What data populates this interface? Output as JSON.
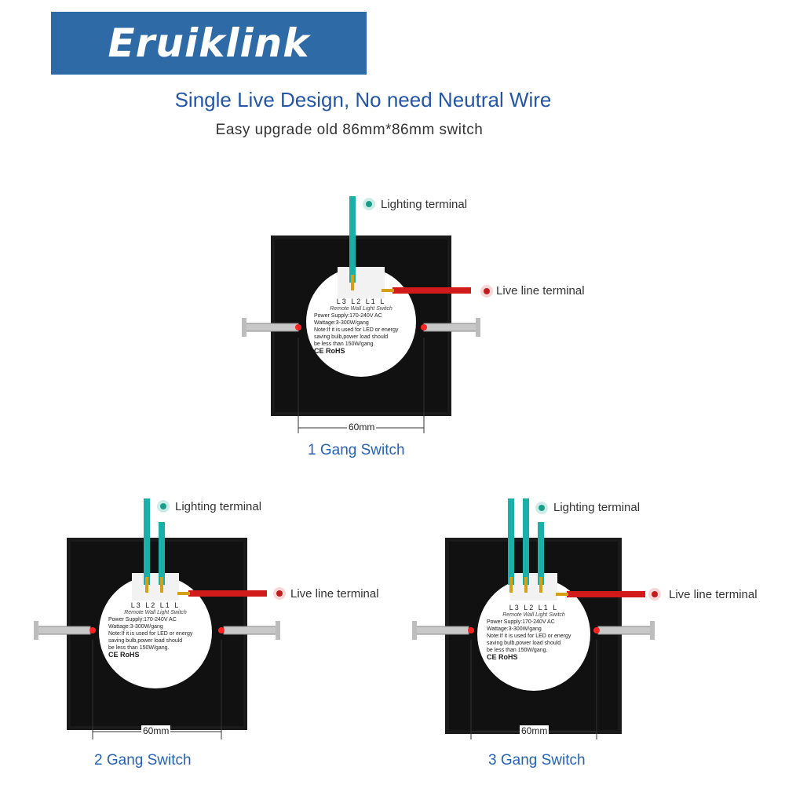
{
  "brand": {
    "logo_text": "Eruiklink",
    "logo_bg": "#2e6aa6"
  },
  "headline": "Single Live Design, No need Neutral Wire",
  "subline": "Easy upgrade old 86mm*86mm switch",
  "colors": {
    "headline": "#2456a8",
    "caption": "#2463b8",
    "teal_wire": "#1ab0a8",
    "red_wire": "#d11b1b"
  },
  "label_text": {
    "lighting": "Lighting terminal",
    "live": "Live line terminal",
    "dimension": "60mm"
  },
  "sticker": {
    "terminals": "L3  L2  L1   L",
    "title": "Remote Wall Light Switch",
    "power": "Power Supply:170-240V  AC",
    "wattage": "Wattage:3-300W/gang",
    "note1": "Note:If it is used for LED or energy",
    "note2": "saving bulb,power load should",
    "note3": "be less than 150W/gang.",
    "cert": "CE  RoHS"
  },
  "switches": [
    {
      "caption": "1 Gang Switch"
    },
    {
      "caption": "2 Gang Switch"
    },
    {
      "caption": "3 Gang Switch"
    }
  ]
}
